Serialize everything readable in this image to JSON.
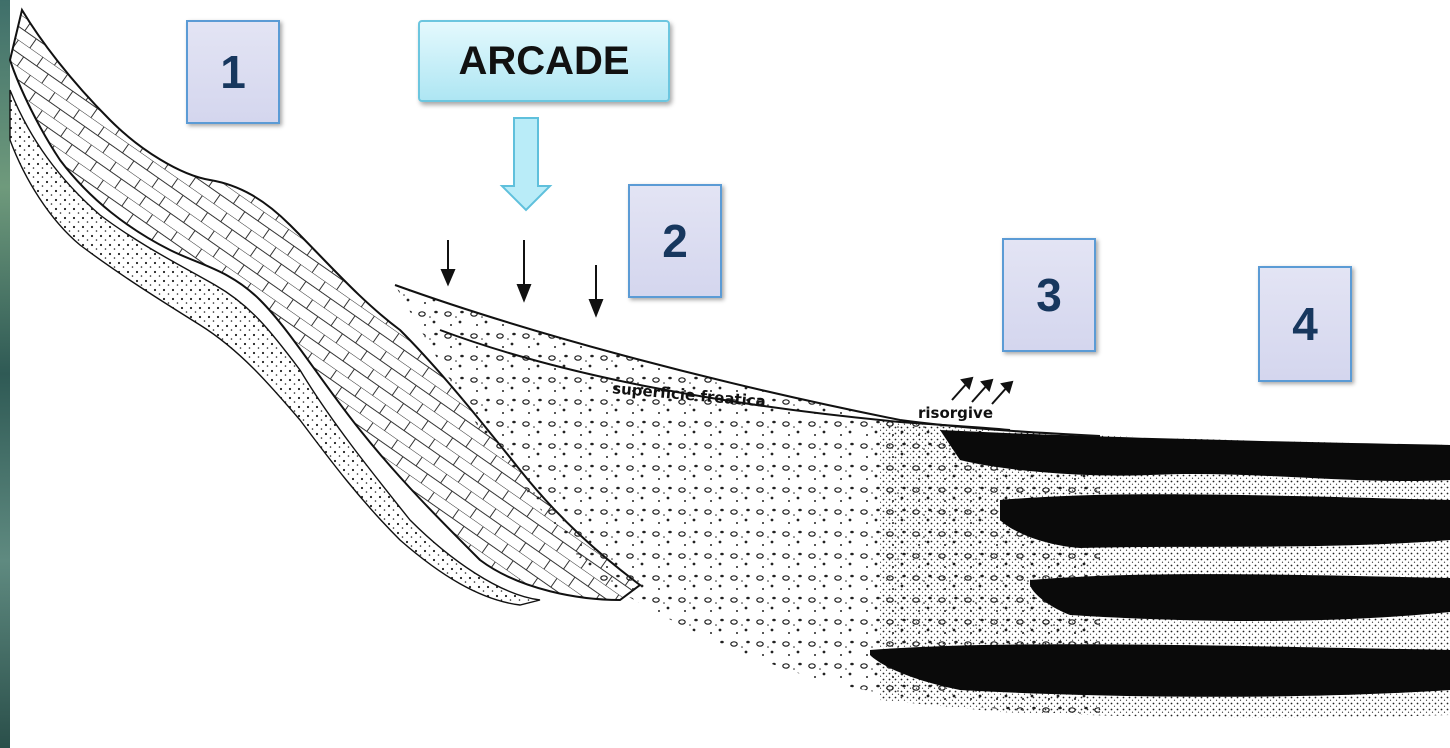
{
  "region_labels": [
    "1",
    "2",
    "3",
    "4"
  ],
  "arcade_label": "ARCADE",
  "cross_section_labels": {
    "water_table": "superficie freatica",
    "springs": "risorgive"
  }
}
